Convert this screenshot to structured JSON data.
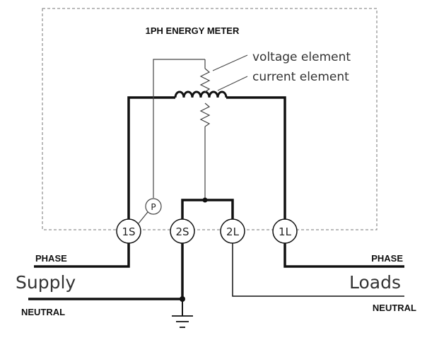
{
  "title": "1PH ENERGY METER",
  "labels": {
    "voltage_element": "voltage element",
    "current_element": "current element",
    "phase_left": "PHASE",
    "phase_right": "PHASE",
    "supply": "Supply",
    "loads": "Loads",
    "neutral_left": "NEUTRAL",
    "neutral_right": "NEUTRAL",
    "pressure_coil": "P"
  },
  "terminals": [
    "1S",
    "2S",
    "2L",
    "1L"
  ]
}
